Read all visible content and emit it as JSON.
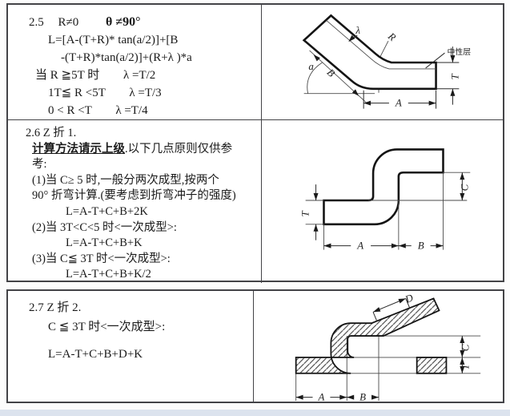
{
  "page": {
    "background": "#fcfcfc",
    "table_border_color": "#434347",
    "bottom_strip_color": "#dce3ee",
    "text_color": "#1b1b1b"
  },
  "section_25": {
    "heading_number": "2.5",
    "heading_condition1": "R≠0",
    "heading_condition2": "θ ≠90°",
    "formula_line1": "L=[A-(T+R)* tan(a/2)]+[B",
    "formula_line2": "-(T+R)*tan(a/2)]+(R+λ )*a",
    "case1": "当 R ≧5T 时",
    "case1_value": "λ =T/2",
    "case2": "1T≦ R <5T",
    "case2_value": "λ =T/3",
    "case3": "0 < R <T",
    "case3_value": "λ =T/4"
  },
  "section_26": {
    "heading": "2.6  Z 折 1.",
    "note_bold": "计算方法请示上级",
    "note_rest": ".以下几点原则仅供参",
    "note_line2": "考:",
    "case1_line1": "(1)当 C≥ 5 时,一般分两次成型,按两个",
    "case1_line2": "90° 折弯计算.(要考虑到折弯冲子的强度)",
    "case1_formula": "L=A-T+C+B+2K",
    "case2": "(2)当 3T<C<5 时<一次成型>:",
    "case2_formula": "L=A-T+C+B+K",
    "case3": "(3)当 C≦ 3T 时<一次成型>:",
    "case3_formula": "L=A-T+C+B+K/2"
  },
  "section_27": {
    "heading": "2.7   Z 折 2.",
    "condition": "C ≦ 3T 时<一次成型>:",
    "formula": "L=A-T+C+B+D+K"
  },
  "diagram_bend": {
    "label_lambda": "λ",
    "label_radius": "R",
    "label_angle": "a",
    "label_b": "B",
    "label_a": "A",
    "label_t": "T",
    "label_neutral_layer": "中性层"
  },
  "diagram_zfold1": {
    "label_t": "T",
    "label_a": "A",
    "label_b": "B",
    "label_c": "C"
  },
  "diagram_zfold2": {
    "label_d": "D",
    "label_a": "A",
    "label_b": "B",
    "label_c": "C",
    "label_t": "T"
  }
}
